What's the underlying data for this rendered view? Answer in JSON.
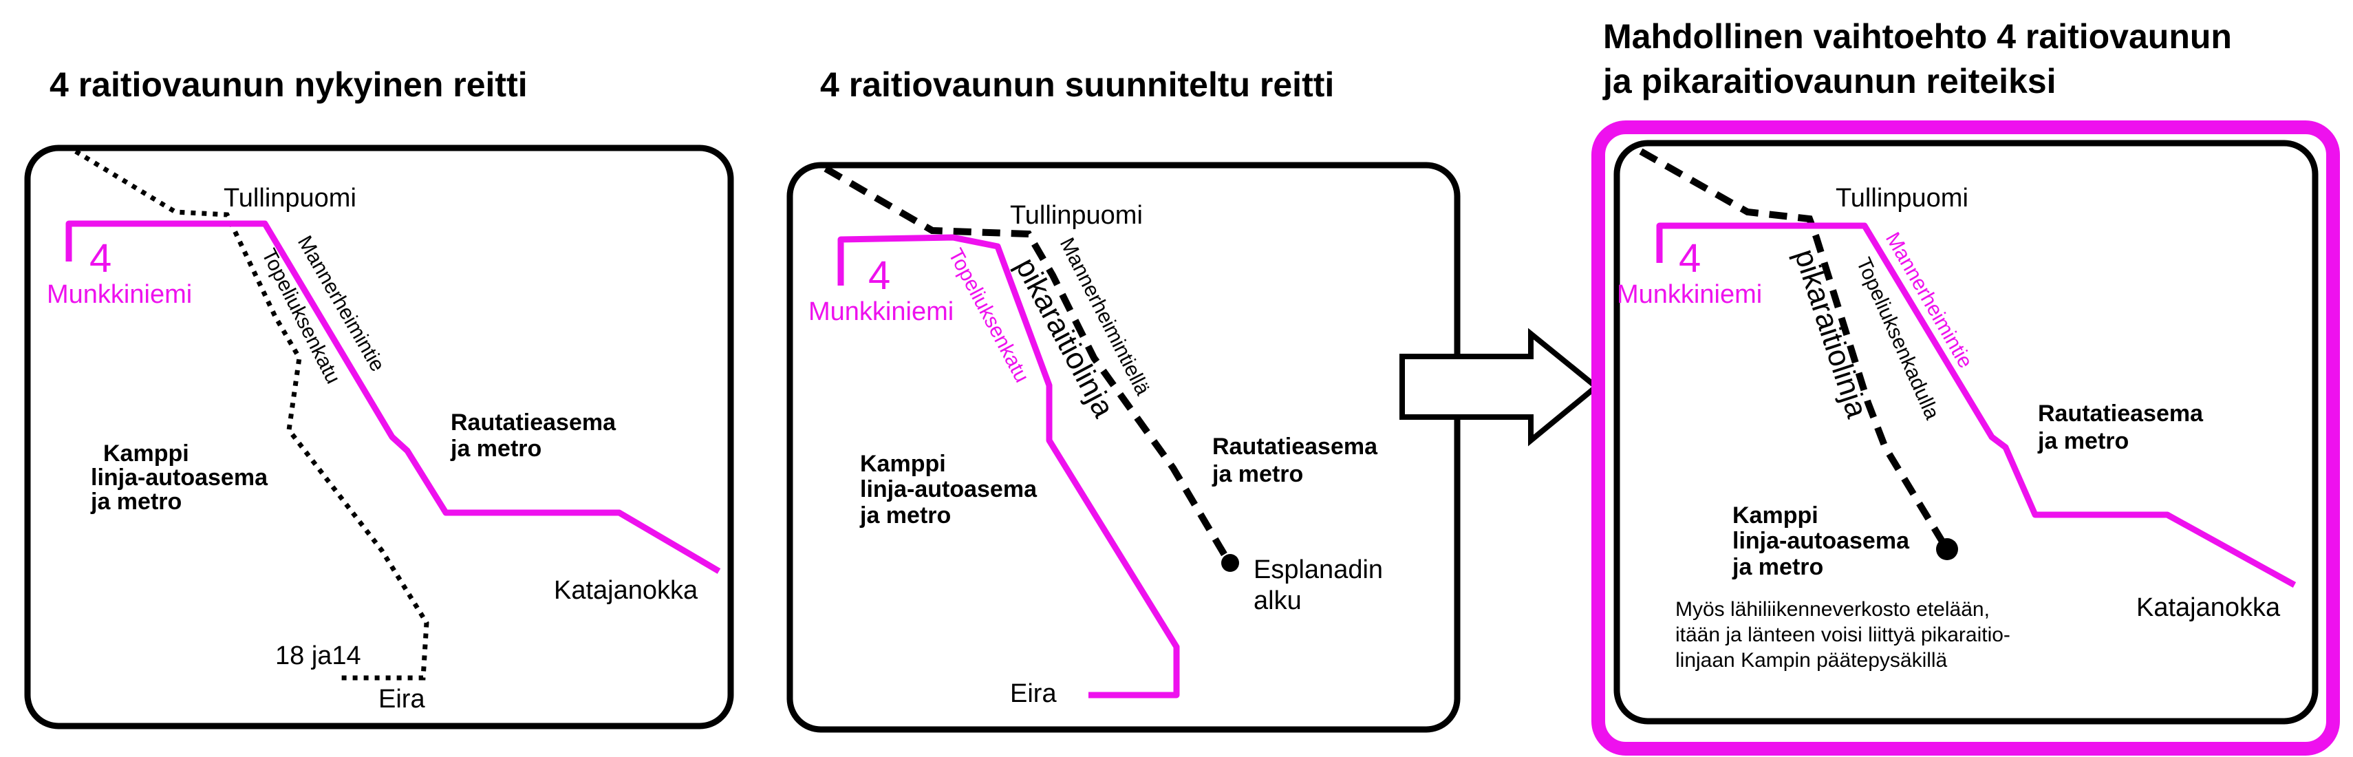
{
  "colors": {
    "tram_line": "#ee11ee",
    "frame": "#000000",
    "highlight_border": "#ee11ee",
    "background": "#ffffff"
  },
  "panels": [
    {
      "title": "4 raitiovaunun nykyinen reitti",
      "labels": {
        "tullinpuomi": "Tullinpuomi",
        "line_number": "4",
        "munkkiniemi": "Munkkiniemi",
        "topeliuksenkatu": "Topeliuksenkatu",
        "mannerheimintie": "Mannerheimintie",
        "kamppi_1": "Kamppi",
        "kamppi_2": "linja-autoasema",
        "kamppi_3": "ja metro",
        "rautatieasema_1": "Rautatieasema",
        "rautatieasema_2": "ja metro",
        "katajanokka": "Katajanokka",
        "lines_18_14": "18 ja14",
        "eira": "Eira"
      }
    },
    {
      "title": "4 raitiovaunun suunniteltu reitti",
      "labels": {
        "tullinpuomi": "Tullinpuomi",
        "line_number": "4",
        "munkkiniemi": "Munkkiniemi",
        "topeliuksenkatu": "Topeliuksenkatu",
        "pikaraitiolinja": "pikaraitiolinja",
        "mannerheimintiella": "Mannerheimintiellä",
        "kamppi_1": "Kamppi",
        "kamppi_2": "linja-autoasema",
        "kamppi_3": "ja metro",
        "rautatieasema_1": "Rautatieasema",
        "rautatieasema_2": "ja metro",
        "esplanadin_1": "Esplanadin",
        "esplanadin_2": "alku",
        "eira": "Eira"
      }
    },
    {
      "title_line1": "Mahdollinen vaihtoehto 4 raitiovaunun",
      "title_line2": "ja pikaraitiovaunun reiteiksi",
      "labels": {
        "tullinpuomi": "Tullinpuomi",
        "line_number": "4",
        "munkkiniemi": "Munkkiniemi",
        "pikaraitiolinja": "pikaraitiolinja",
        "topeliuksenkadulla": "Topeliuksenkadulla",
        "mannerheimintie": "Mannerheimintie",
        "rautatieasema_1": "Rautatieasema",
        "rautatieasema_2": "ja metro",
        "kamppi_1": "Kamppi",
        "kamppi_2": "linja-autoasema",
        "kamppi_3": "ja metro",
        "note_1": "Myös lähiliikenneverkosto etelään,",
        "note_2": "itään ja länteen voisi liittyä pikaraitio-",
        "note_3": "linjaan Kampin päätepysäkillä",
        "katajanokka": "Katajanokka"
      }
    }
  ]
}
